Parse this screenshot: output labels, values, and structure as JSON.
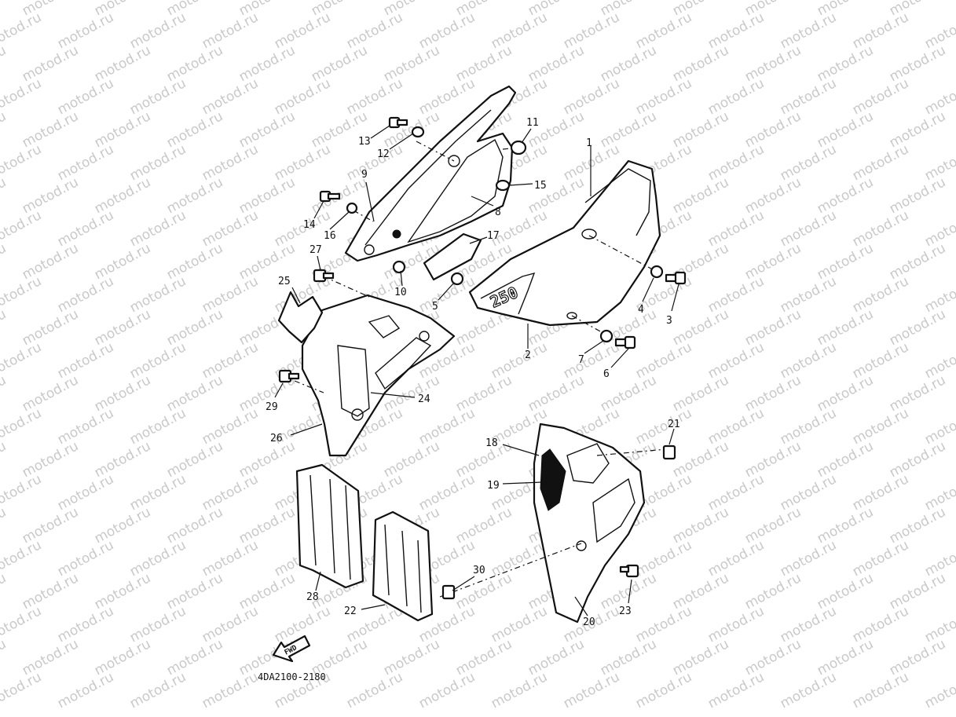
{
  "watermark": "motod.ru",
  "diagram_code": "4DA2100-2180",
  "fwd_label": "FWD",
  "side_cover_badge": "250",
  "callouts": [
    {
      "n": "1"
    },
    {
      "n": "2"
    },
    {
      "n": "3"
    },
    {
      "n": "4"
    },
    {
      "n": "5"
    },
    {
      "n": "6"
    },
    {
      "n": "7"
    },
    {
      "n": "8"
    },
    {
      "n": "9"
    },
    {
      "n": "10"
    },
    {
      "n": "11"
    },
    {
      "n": "12"
    },
    {
      "n": "13"
    },
    {
      "n": "14"
    },
    {
      "n": "15"
    },
    {
      "n": "16"
    },
    {
      "n": "17"
    },
    {
      "n": "18"
    },
    {
      "n": "19"
    },
    {
      "n": "20"
    },
    {
      "n": "21"
    },
    {
      "n": "22"
    },
    {
      "n": "23"
    },
    {
      "n": "24"
    },
    {
      "n": "25"
    },
    {
      "n": "26"
    },
    {
      "n": "27"
    },
    {
      "n": "28"
    },
    {
      "n": "29"
    },
    {
      "n": "30"
    }
  ]
}
